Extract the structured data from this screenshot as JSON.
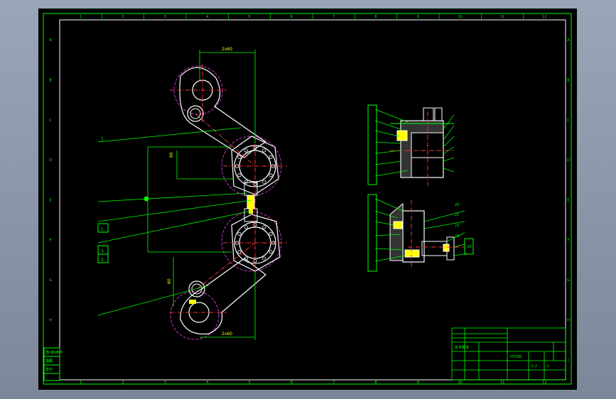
{
  "drawing": {
    "colors": {
      "background": "#000000",
      "border": "#00ff00",
      "outline": "#ffffff",
      "center_lines": "#ff3333",
      "pitch_circles": "#cc33cc",
      "dimensions": "#00ff00",
      "fill_yellow": "#ffff00",
      "viewport": "#8a95a8"
    },
    "grid_columns": [
      "1",
      "2",
      "3",
      "4",
      "5",
      "6",
      "7",
      "8",
      "9",
      "10",
      "11",
      "12"
    ],
    "grid_rows": [
      "A",
      "B",
      "C",
      "D",
      "E",
      "F",
      "G",
      "H",
      "I"
    ],
    "dimensions": {
      "top_span": "2x60",
      "bottom_span": "2x60",
      "upper_vertical": "60",
      "lower_vertical": "60"
    },
    "balloons_left": [
      "1",
      "3",
      "2",
      "1"
    ],
    "section_callouts_right": [
      "20",
      "21",
      "22",
      "23"
    ],
    "side_view_bottom_label": "33",
    "title_block": {
      "header": "技术要求",
      "material": "HT200",
      "scale": "1:2",
      "sheet": "1"
    },
    "left_stamp": {
      "line1": "借(通)用件",
      "line2": "描图",
      "line3": "校对"
    }
  }
}
